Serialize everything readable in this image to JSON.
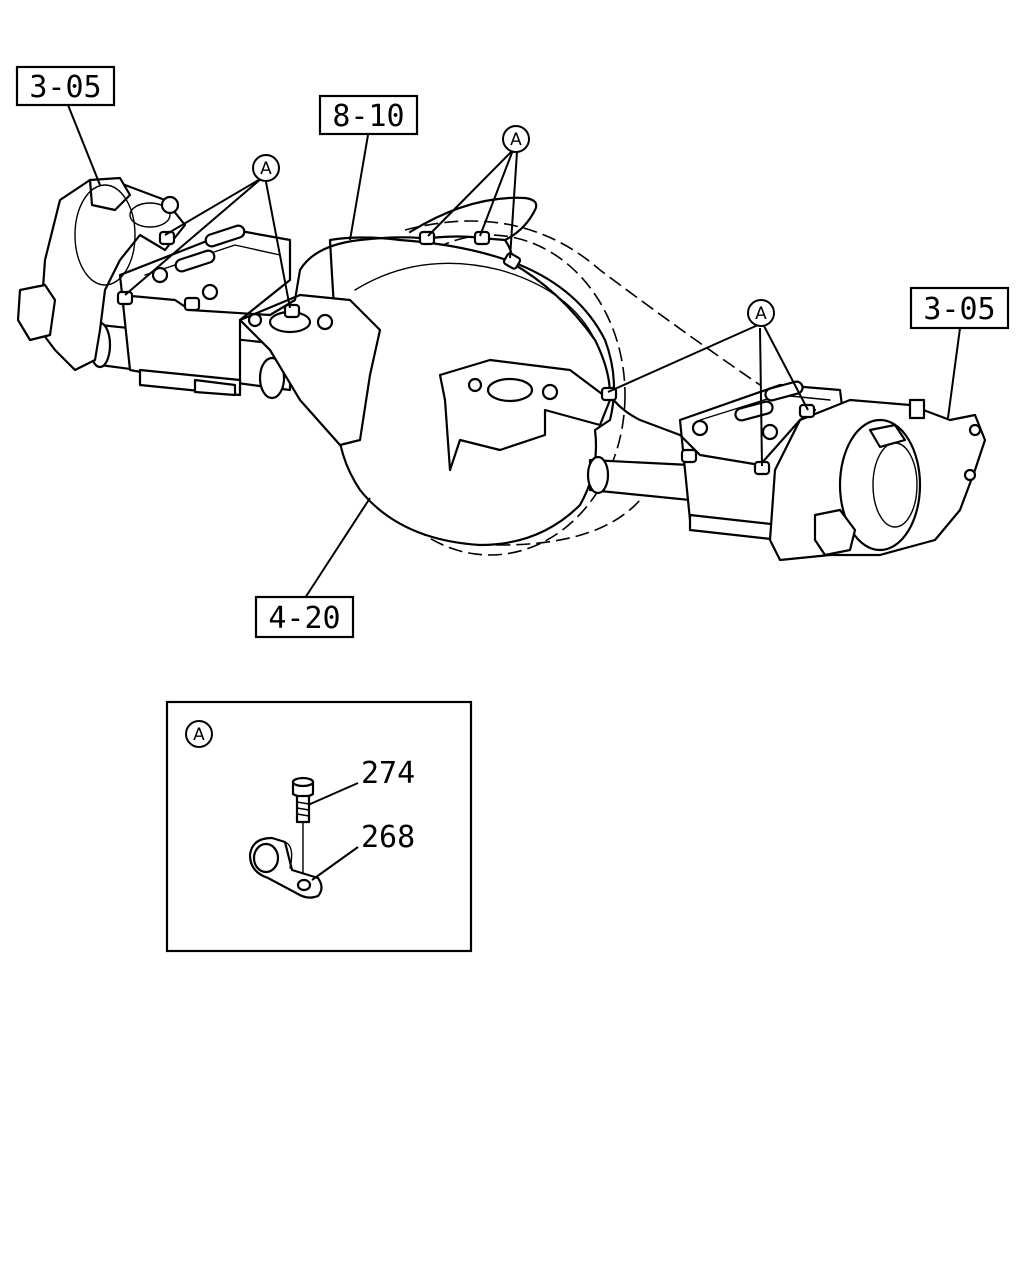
{
  "references": {
    "left_housing": "3-05",
    "brake_line": "8-10",
    "right_housing": "3-05",
    "axle_case": "4-20"
  },
  "callout_letter": "A",
  "detail": {
    "letter": "A",
    "parts": [
      {
        "number": "274",
        "name": "bolt"
      },
      {
        "number": "268",
        "name": "clip"
      }
    ]
  }
}
